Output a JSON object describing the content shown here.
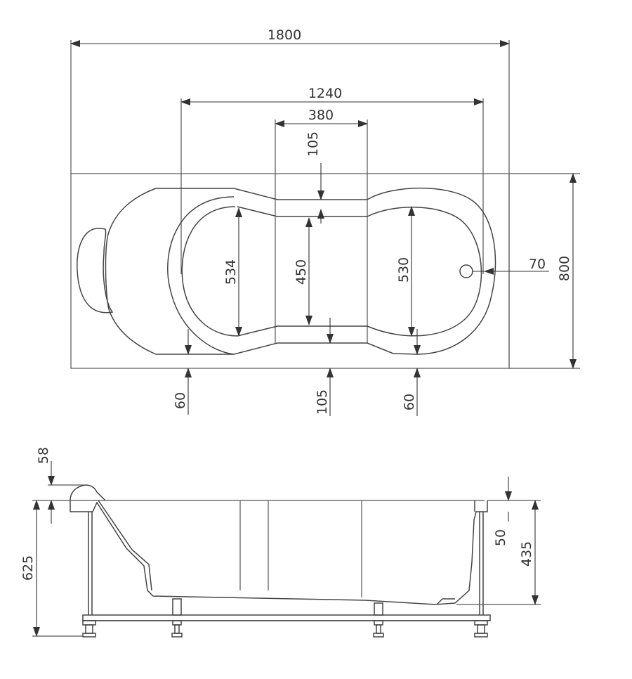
{
  "plan_view": {
    "overall_length": "1800",
    "inner_length": "1240",
    "center_width": "380",
    "center_top_offset": "105",
    "left_basin_width": "534",
    "center_basin_width": "450",
    "right_basin_width": "530",
    "drain_offset": "70",
    "overall_width": "800",
    "left_bottom_offset": "60",
    "center_bottom_offset": "105",
    "right_bottom_offset": "60"
  },
  "side_view": {
    "rim_height": "58",
    "total_height": "625",
    "right_rim_drop": "50",
    "inner_depth": "435"
  },
  "colors": {
    "line": "#555555",
    "text": "#333333"
  }
}
